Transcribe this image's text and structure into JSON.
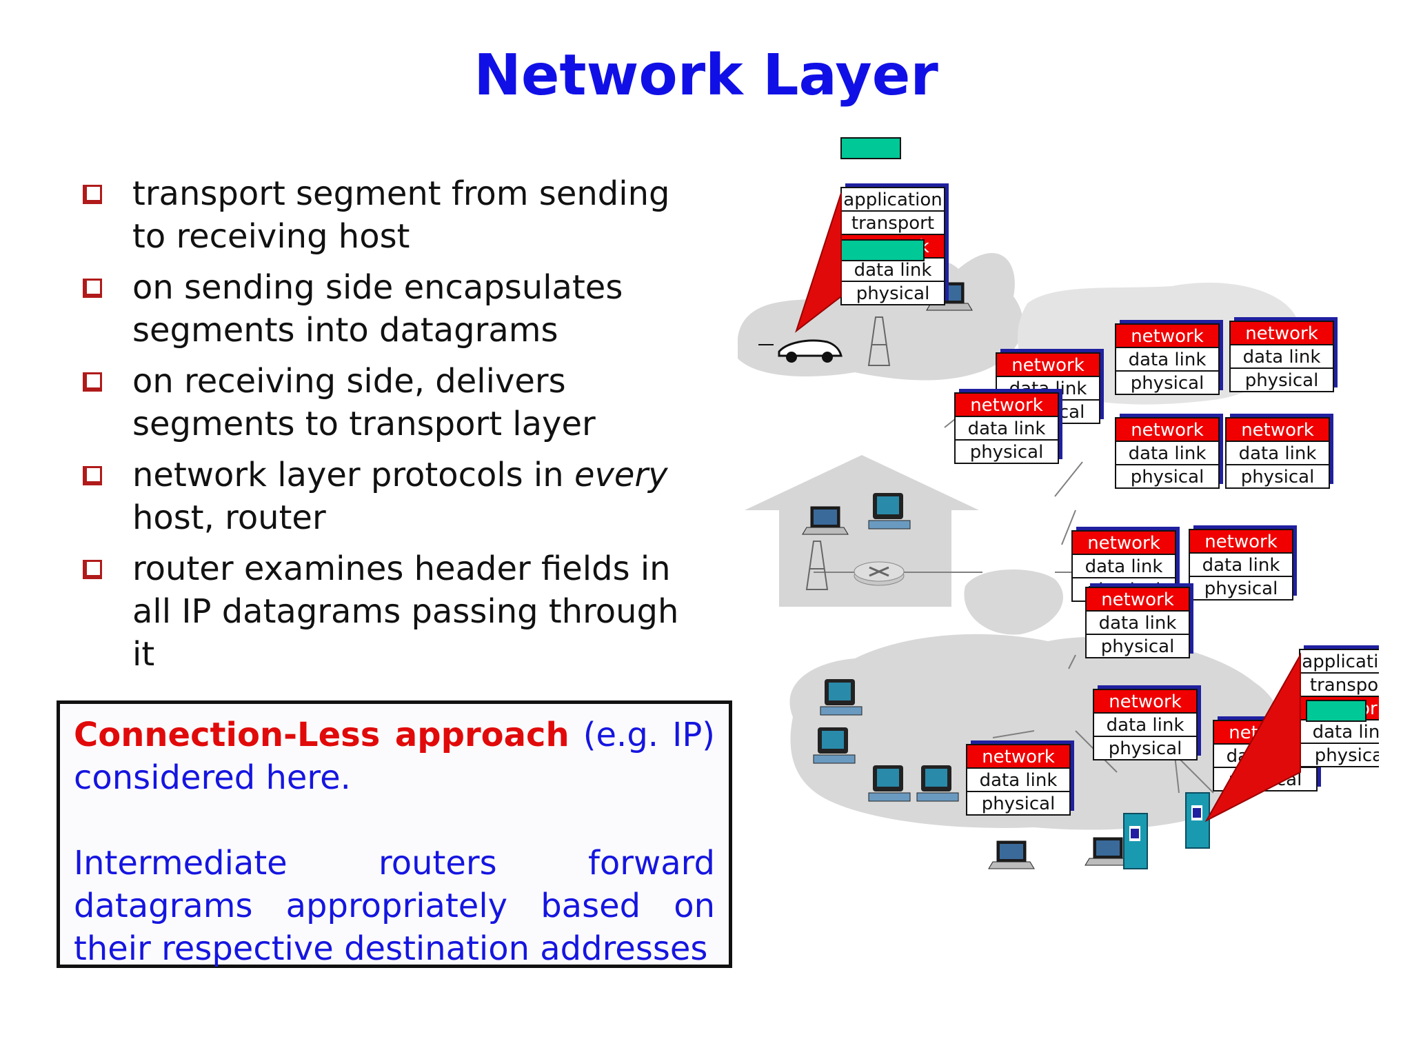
{
  "title": "Network Layer",
  "bullets": [
    {
      "text": "transport segment from sending to receiving host"
    },
    {
      "text": "on sending side encapsulates segments into datagrams"
    },
    {
      "text": "on receiving side, delivers segments to transport layer"
    },
    {
      "text_before": "network layer protocols in ",
      "text_em": "every",
      "text_after": " host, router"
    },
    {
      "text": "router examines header fields in all IP datagrams passing through it"
    }
  ],
  "callout": {
    "line1_red": "Connection-Less approach",
    "line1_blue": " (e.g. IP)",
    "line2": "considered here.",
    "para2": "Intermediate routers forward datagrams appropriately based on their respective destination addresses"
  },
  "diagram": {
    "layers": {
      "application": "application",
      "transport": "transport",
      "network": "network",
      "datalink": "data link",
      "physical": "physical"
    },
    "colors": {
      "network_bg": "#f00000",
      "segment": "#00c896",
      "cloud": "#d8d8d8",
      "stack_shadow": "#2020a0",
      "callout_red": "#e10a0a"
    }
  }
}
